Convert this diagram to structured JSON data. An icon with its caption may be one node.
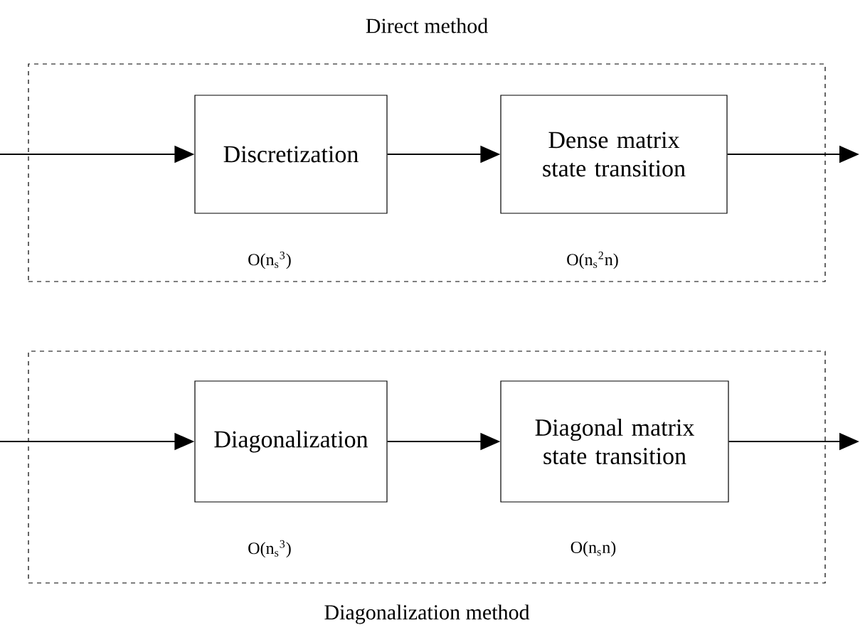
{
  "diagram": {
    "nodes": [
      {
        "text": [
          "Direct method"
        ]
      },
      {
        "text": [
          "Discretization"
        ],
        "in": 0,
        "beside": [
          "O(n$_{s}$$^{3}$)"
        ]
      },
      {
        "text": [
          "Dense matrix state transition"
        ],
        "in": 0,
        "beside": [
          "O(n$_{s}$$^{2}$n)"
        ]
      },
      {
        "text": [
          "Diagonalization method"
        ]
      },
      {
        "text": [
          "Diagonalization"
        ],
        "in": 3,
        "beside": [
          "O(n$_{s}$$^{3}$)"
        ]
      },
      {
        "text": [
          "Diagonal matrix state transition"
        ],
        "in": 3,
        "beside": [
          "O(n$_{s}$n)"
        ]
      }
    ],
    "edges": [
      {
        "from": null,
        "to": 1,
        "arrow": "to"
      },
      {
        "from": 1,
        "to": 2,
        "arrow": "to"
      },
      {
        "from": 2,
        "to": null,
        "arrow": "to"
      },
      {
        "from": null,
        "to": 4,
        "arrow": "to"
      },
      {
        "from": 4,
        "to": 5,
        "arrow": "to"
      },
      {
        "from": 5,
        "to": null,
        "arrow": "to"
      }
    ]
  }
}
